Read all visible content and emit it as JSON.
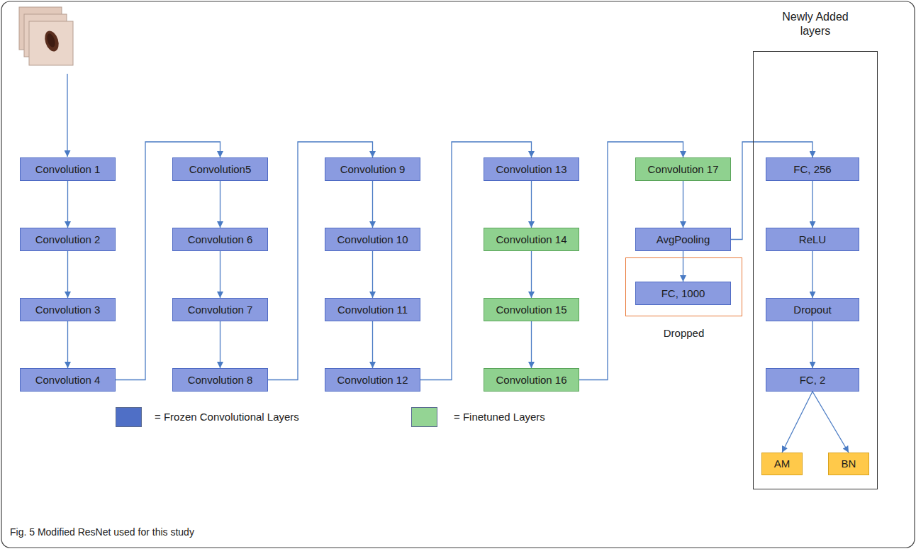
{
  "diagram": {
    "caption": "Fig. 5 Modified ResNet used for this study",
    "nodes": [
      {
        "text": [
          "Convolution 1"
        ]
      },
      {
        "text": [
          "Convolution 2"
        ]
      },
      {
        "text": [
          "Convolution 3"
        ]
      },
      {
        "text": [
          "Convolution 4"
        ]
      },
      {
        "text": [
          "Convolution5"
        ]
      },
      {
        "text": [
          "Convolution 6"
        ]
      },
      {
        "text": [
          "Convolution 7"
        ]
      },
      {
        "text": [
          "Convolution 8"
        ]
      },
      {
        "text": [
          "Convolution 9"
        ]
      },
      {
        "text": [
          "Convolution 10"
        ]
      },
      {
        "text": [
          "Convolution 11"
        ]
      },
      {
        "text": [
          "Convolution 12"
        ]
      },
      {
        "text": [
          "Convolution 13"
        ]
      },
      {
        "text": [
          "Convolution 14"
        ]
      },
      {
        "text": [
          "Convolution 15"
        ]
      },
      {
        "text": [
          "Convolution 16"
        ]
      },
      {
        "text": [
          "Convolution 17"
        ]
      },
      {
        "text": [
          "AvgPooling"
        ]
      },
      {
        "text": [
          "Dropped"
        ]
      },
      {
        "text": [
          "FC, 1000"
        ],
        "in": 18
      },
      {
        "text": [
          "Newly Added layers"
        ]
      },
      {
        "text": [
          "FC, 256"
        ],
        "in": 20
      },
      {
        "text": [
          "ReLU"
        ],
        "in": 20
      },
      {
        "text": [
          "Dropout"
        ],
        "in": 20
      },
      {
        "text": [
          "FC, 2"
        ],
        "in": 20
      },
      {
        "text": [
          "AM"
        ],
        "in": 20
      },
      {
        "text": [
          "BN"
        ],
        "in": 20
      }
    ],
    "edges": [
      {
        "from": 0,
        "to": 1,
        "arrow": "to"
      },
      {
        "from": 1,
        "to": 2,
        "arrow": "to"
      },
      {
        "from": 2,
        "to": 3,
        "arrow": "to"
      },
      {
        "from": 3,
        "to": 4,
        "arrow": "to"
      },
      {
        "from": 4,
        "to": 5,
        "arrow": "to"
      },
      {
        "from": 5,
        "to": 6,
        "arrow": "to"
      },
      {
        "from": 6,
        "to": 7,
        "arrow": "to"
      },
      {
        "from": 7,
        "to": 8,
        "arrow": "to"
      },
      {
        "from": 8,
        "to": 9,
        "arrow": "to"
      },
      {
        "from": 9,
        "to": 10,
        "arrow": "to"
      },
      {
        "from": 10,
        "to": 11,
        "arrow": "to"
      },
      {
        "from": 11,
        "to": 12,
        "arrow": "to"
      },
      {
        "from": 12,
        "to": 13,
        "arrow": "to"
      },
      {
        "from": 13,
        "to": 14,
        "arrow": "to"
      },
      {
        "from": 14,
        "to": 15,
        "arrow": "to"
      },
      {
        "from": 15,
        "to": 16,
        "arrow": "to"
      },
      {
        "from": 16,
        "to": 17,
        "arrow": "to"
      },
      {
        "from": 17,
        "to": 19,
        "arrow": "to"
      },
      {
        "from": 17,
        "to": 21,
        "arrow": "to"
      },
      {
        "from": 21,
        "to": 22,
        "arrow": "to"
      },
      {
        "from": 22,
        "to": 23,
        "arrow": "to"
      },
      {
        "from": 23,
        "to": 24,
        "arrow": "to"
      },
      {
        "from": 24,
        "to": 25,
        "arrow": "to"
      },
      {
        "from": 24,
        "to": 26,
        "arrow": "to"
      }
    ],
    "legend": [
      {
        "text": "= Frozen Convolutional Layers",
        "color": "#4f6fc6"
      },
      {
        "text": "= Finetuned Layers",
        "color": "#94d494"
      }
    ]
  }
}
